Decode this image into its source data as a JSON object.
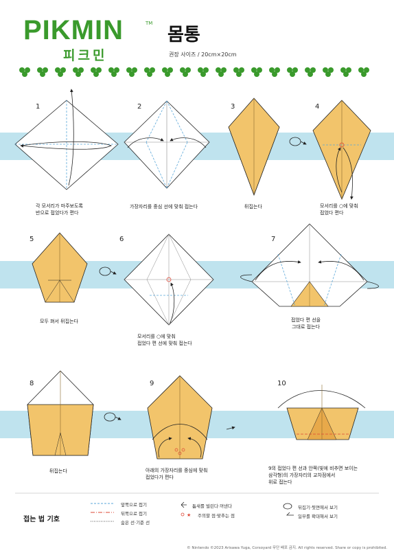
{
  "header": {
    "logo": "PIKMIN",
    "logo_tm": "TM",
    "logo_kr": "피크민",
    "title": "몸통",
    "size": "권장 사이즈 / 20cm×20cm"
  },
  "colors": {
    "paper": "#f2c46b",
    "band": "#bfe3ee",
    "green": "#3a9a2c",
    "fold": "#5aa7d9"
  },
  "steps": [
    {
      "num": "1",
      "caption": "각 모서리가 마주보도록\n반으로 접었다가 편다"
    },
    {
      "num": "2",
      "caption": "가장자리를 중심 선에 맞춰 접는다"
    },
    {
      "num": "3",
      "caption": "뒤집는다"
    },
    {
      "num": "4",
      "caption": "모서리를 ○에 맞춰\n접었다 편다"
    },
    {
      "num": "5",
      "caption": "모두 펴서 뒤집는다"
    },
    {
      "num": "6",
      "caption": "모서리를 ○에 맞춰\n접었다 편 선에 맞춰 접는다"
    },
    {
      "num": "7",
      "caption": "접었다 편 선을\n그대로 접는다"
    },
    {
      "num": "8",
      "caption": "뒤집는다"
    },
    {
      "num": "9",
      "caption": "아래의 가장자리를 중심에 맞춰\n접었다가 편다"
    },
    {
      "num": "10",
      "caption": "9의 접었다 편 선과 안쪽(빛에 비추면 보이는\n삼각형)의 가장자리의 교차점에서\n위로 접는다"
    }
  ],
  "legend": {
    "heading": "접는 법 기호",
    "items": [
      "앞쪽으로 접기",
      "뒤쪽으로 접기",
      "숨은 선·기준 선",
      "틈새를 벌린다·꺼낸다",
      "주의할 점·맞추는 점",
      "뒤집기·뒷면에서 보기",
      "일부를 확대해서 보기"
    ]
  },
  "footer": "© Nintendo ©2023 Arisawa Yuga, Corsoyard 무단 배포 금지. All rights reserved. Share or copy is prohibited."
}
